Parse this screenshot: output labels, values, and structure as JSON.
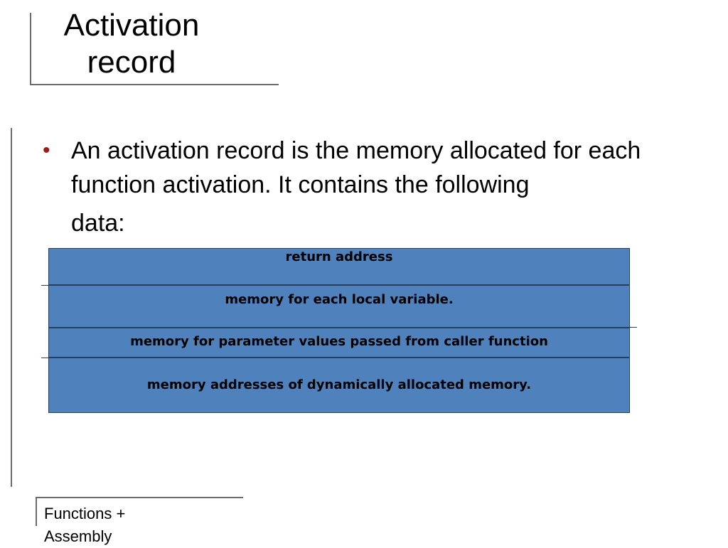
{
  "slide": {
    "title_line1": "Activation",
    "title_line2": "record",
    "bullet": {
      "text_main": "An activation record is the memory allocated for each function activation. It contains the following",
      "text_end": "data:"
    },
    "table": {
      "rows": [
        "return address",
        "memory for each local variable.",
        "memory for parameter values passed from caller function",
        "memory addresses of dynamically allocated memory."
      ]
    },
    "footer": {
      "line1": "Functions +",
      "line2": "Assembly"
    }
  },
  "colors": {
    "table_fill": "#4f81bd",
    "table_border": "#243f60",
    "bullet": "#9b1b1b",
    "rules": "#6b6b6b"
  }
}
